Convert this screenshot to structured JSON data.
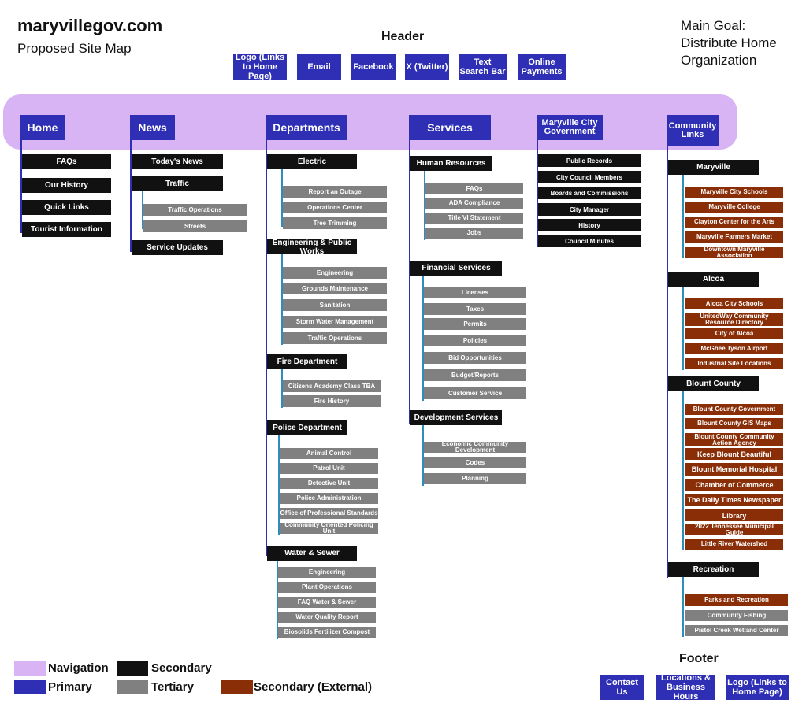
{
  "site": {
    "title": "maryvillegov.com",
    "subtitle": "Proposed Site Map"
  },
  "goal": {
    "line1": "Main Goal:",
    "line2": "Distribute Home",
    "line3": "Organization"
  },
  "header": {
    "label": "Header",
    "items": [
      "Logo (Links to Home Page)",
      "Email",
      "Facebook",
      "X (Twitter)",
      "Text Search Bar",
      "Online Payments"
    ]
  },
  "nav": {
    "home": "Home",
    "news": "News",
    "departments": "Departments",
    "services": "Services",
    "government": "Maryville City Government",
    "community": "Community Links"
  },
  "home": {
    "items": [
      "FAQs",
      "Our History",
      "Quick Links",
      "Tourist Information"
    ]
  },
  "news": {
    "todays": "Today's News",
    "traffic": "Traffic",
    "traffic_items": [
      "Traffic Operations",
      "Streets"
    ],
    "updates": "Service Updates"
  },
  "departments": {
    "electric": "Electric",
    "electric_items": [
      "Report an Outage",
      "Operations  Center",
      "Tree Trimming"
    ],
    "engineering": "Engineering & Public Works",
    "engineering_items": [
      "Engineering",
      "Grounds Maintenance",
      "Sanitation",
      "Storm Water Management",
      "Traffic Operations"
    ],
    "fire": "Fire Department",
    "fire_items": [
      "Citizens Academy Class TBA",
      "Fire History"
    ],
    "police": "Police Department",
    "police_items": [
      "Animal Control",
      "Patrol Unit",
      "Detective Unit",
      "Police Administration",
      "Office of Professional Standards",
      "Community Oriented Policing Unit"
    ],
    "water": "Water & Sewer",
    "water_items": [
      "Engineering",
      "Plant Operations",
      "FAQ Water & Sewer",
      "Water Quality Report",
      "Biosolids Fertilizer Compost"
    ]
  },
  "services": {
    "hr": "Human Resources",
    "hr_items": [
      "FAQs",
      "ADA Compliance",
      "Title VI Statement",
      "Jobs"
    ],
    "financial": "Financial Services",
    "financial_items": [
      "Licenses",
      "Taxes",
      "Permits",
      "Policies",
      "Bid Opportunities",
      "Budget/Reports",
      "Customer Service"
    ],
    "development": "Development Services",
    "development_items": [
      "Economic Community Development",
      "Codes",
      "Planning"
    ]
  },
  "government": {
    "items": [
      "Public Records",
      "City Council Members",
      "Boards and Commissions",
      "City Manager",
      "History",
      "Council Minutes"
    ]
  },
  "community": {
    "maryville": "Maryville",
    "maryville_items": [
      "Maryville City Schools",
      "Maryville College",
      "Clayton Center for the Arts",
      "Maryville Farmers Market",
      "Downtown Maryville Association"
    ],
    "alcoa": "Alcoa",
    "alcoa_items": [
      "Alcoa City Schools",
      "UnitedWay Community Resource Directory",
      "City of Alcoa",
      "McGhee Tyson Airport",
      "Industrial Site Locations"
    ],
    "blount": "Blount County",
    "blount_items": [
      "Blount County Government",
      "Blount County GIS Maps",
      "Blount County Community Action Agency",
      "Keep Blount Beautiful",
      "Blount Memorial Hospital",
      "Chamber of Commerce",
      "The Daily Times Newspaper",
      "Library",
      "2022 Tennessee Municipal Guide",
      "Little River Watershed"
    ],
    "recreation": "Recreation",
    "recreation_items": [
      "Parks and Recreation",
      "Community Fishing",
      "Pistol Creek Wetland Center"
    ]
  },
  "legend": {
    "navigation": "Navigation",
    "primary": "Primary",
    "secondary": "Secondary",
    "tertiary": "Tertiary",
    "external": "Secondary (External)"
  },
  "footer": {
    "label": "Footer",
    "items": [
      "Contact Us",
      "Locations & Business Hours",
      "Logo (Links to Home Page)"
    ]
  },
  "colors": {
    "navigation": "#d9b4f5",
    "primary": "#2e2fb5",
    "secondary": "#111111",
    "tertiary": "#808080",
    "external": "#8a2e07",
    "connector": "#2e8dbf"
  }
}
